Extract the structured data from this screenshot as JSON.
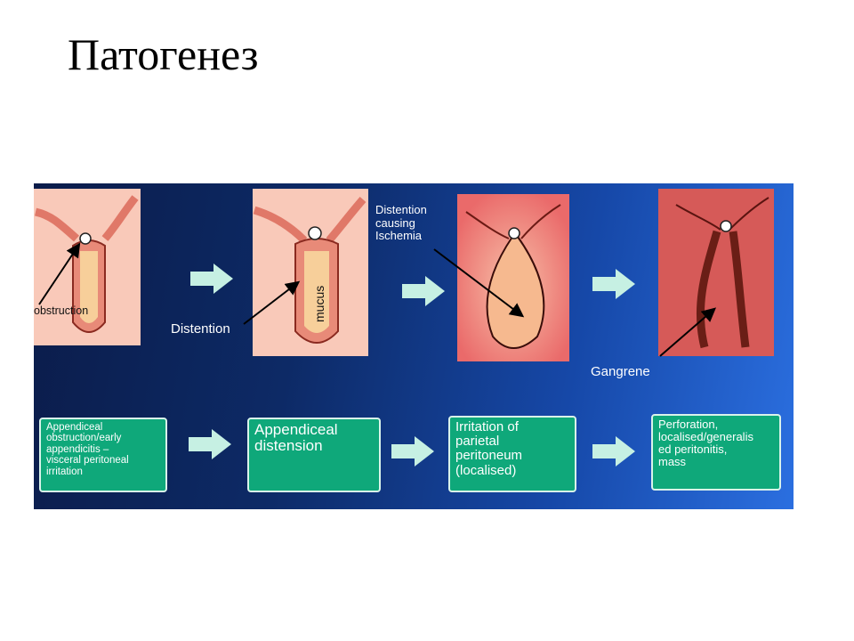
{
  "title": "Патогенез",
  "stages": [
    {
      "label": "obstruction"
    },
    {
      "label": "Distention",
      "inner_label": "mucus"
    },
    {
      "label": "Distention\ncausing\nIschemia"
    },
    {
      "label": "Gangrene"
    }
  ],
  "boxes": [
    "Appendiceal\nobstruction/early\nappendicitis –\nvisceral peritoneal\nirritation",
    "Appendiceal\ndistension",
    "Irritation of\nparietal\nperitoneum\n(localised)",
    "Perforation,\nlocalised/generalis\ned peritonitis,\nmass"
  ],
  "colors": {
    "box_fill": "#0fa87a",
    "arrow_fill": "#c6f0e3",
    "panel_dark": "#0b1c4a",
    "panel_light": "#2b6fe0"
  }
}
